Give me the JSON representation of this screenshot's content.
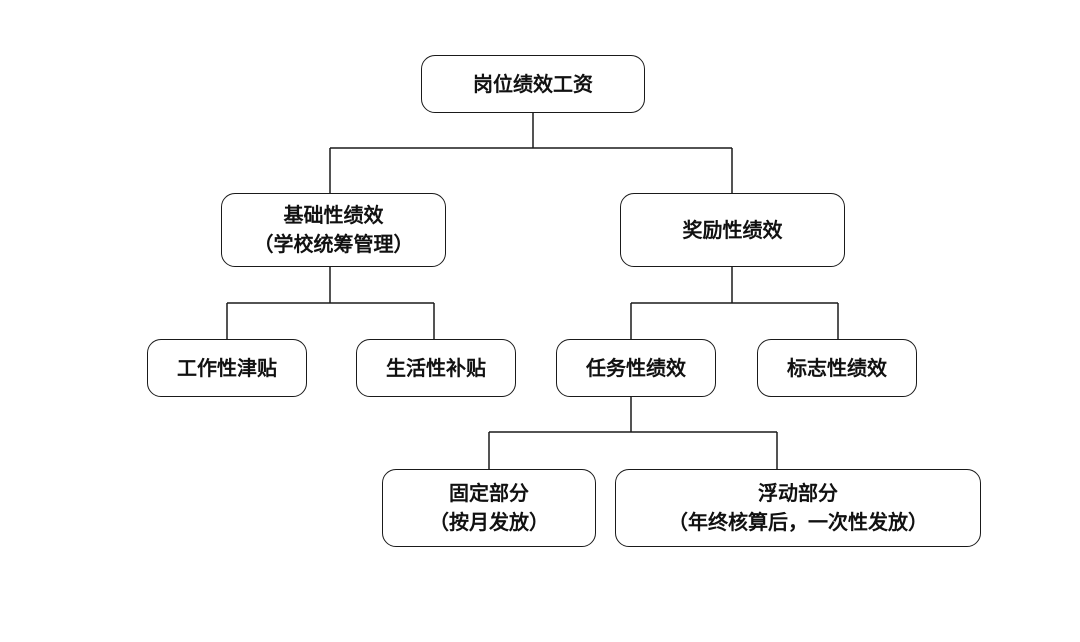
{
  "diagram": {
    "root": {
      "title": "岗位绩效工资"
    },
    "basic": {
      "title": "基础性绩效",
      "subtitle": "（学校统筹管理）"
    },
    "reward": {
      "title": "奖励性绩效"
    },
    "work_allowance": {
      "title": "工作性津贴"
    },
    "living_subsidy": {
      "title": "生活性补贴"
    },
    "task": {
      "title": "任务性绩效"
    },
    "symbolic": {
      "title": "标志性绩效"
    },
    "fixed": {
      "title": "固定部分",
      "subtitle": "（按月发放）"
    },
    "floating": {
      "title": "浮动部分",
      "subtitle": "（年终核算后，一次性发放）"
    }
  },
  "colors": {
    "line": "#1a1a1a",
    "text": "#111111",
    "background": "#ffffff"
  }
}
